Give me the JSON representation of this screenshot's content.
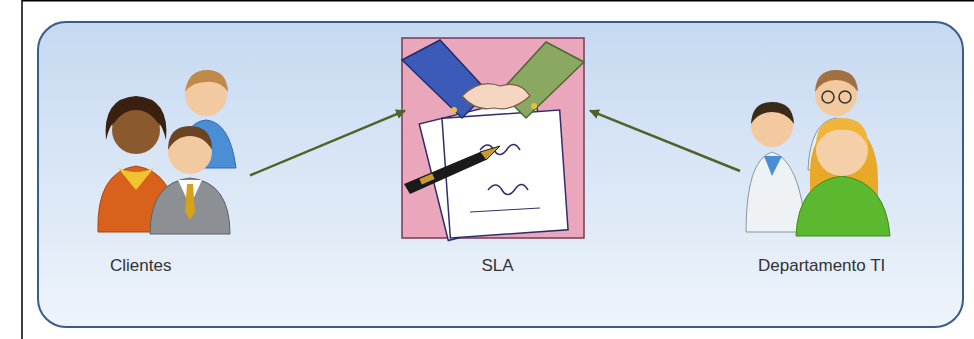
{
  "diagram": {
    "nodes": [
      {
        "text": [
          "Clientes"
        ]
      },
      {
        "text": [
          "SLA"
        ]
      },
      {
        "text": [
          "Departamento TI"
        ]
      }
    ],
    "edges": [
      {
        "from": 0,
        "to": 1,
        "arrow": "to"
      },
      {
        "from": 2,
        "to": 1,
        "arrow": "to"
      }
    ]
  }
}
